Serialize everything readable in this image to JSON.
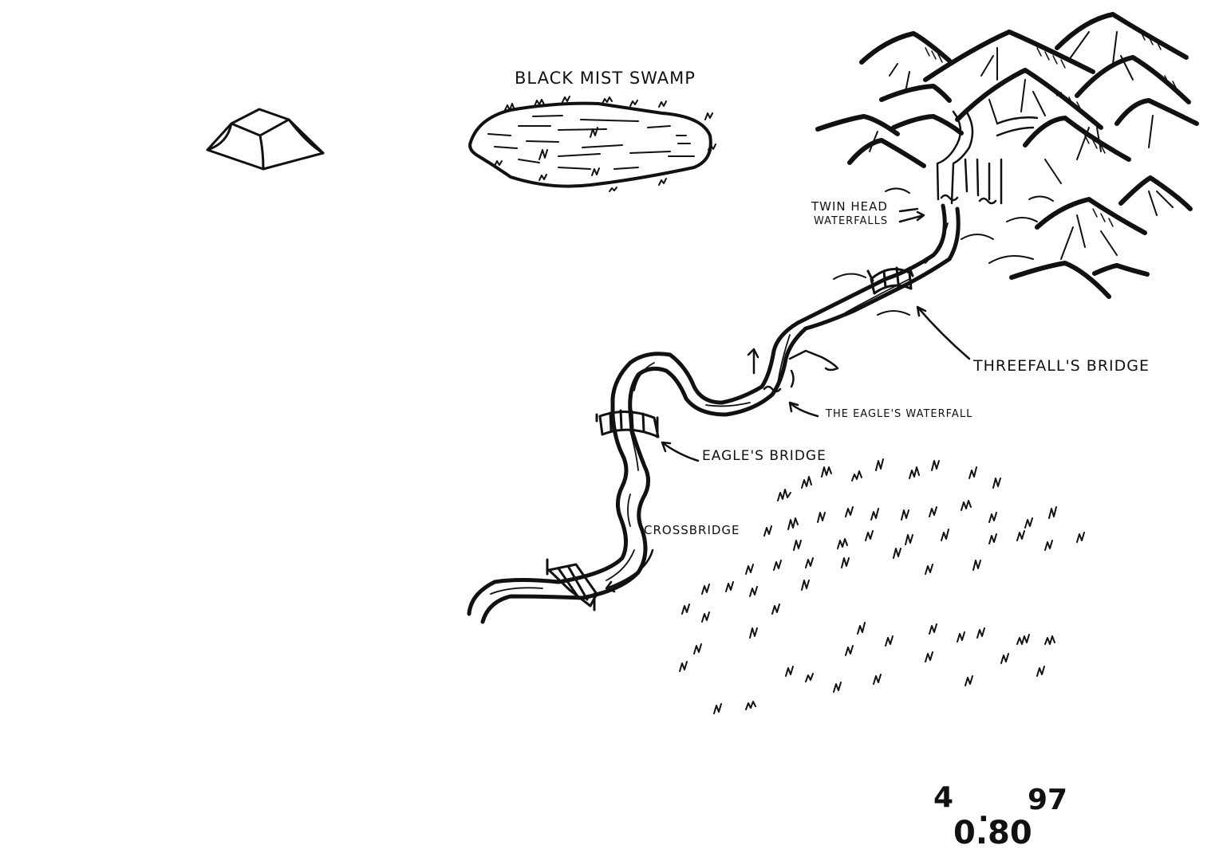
{
  "map": {
    "background": "#ffffff",
    "ink_color": "#111111",
    "labels": {
      "swamp": "Black Mist Swamp",
      "twin_head_line1": "Twin Head",
      "twin_head_line2": "Waterfalls",
      "threefalls_bridge": "Threefall's Bridge",
      "eagles_waterfall": "The Eagle's Waterfall",
      "eagles_bridge": "Eagle's Bridge",
      "crossbridge": "Crossbridge"
    },
    "scale": {
      "top_left": "4",
      "top_dot": ".",
      "top_right": "97",
      "bottom": "0.80"
    },
    "features": [
      "pyramid-structure",
      "swamp",
      "mountain-range",
      "river",
      "bridges",
      "waterfalls",
      "grassland"
    ]
  }
}
